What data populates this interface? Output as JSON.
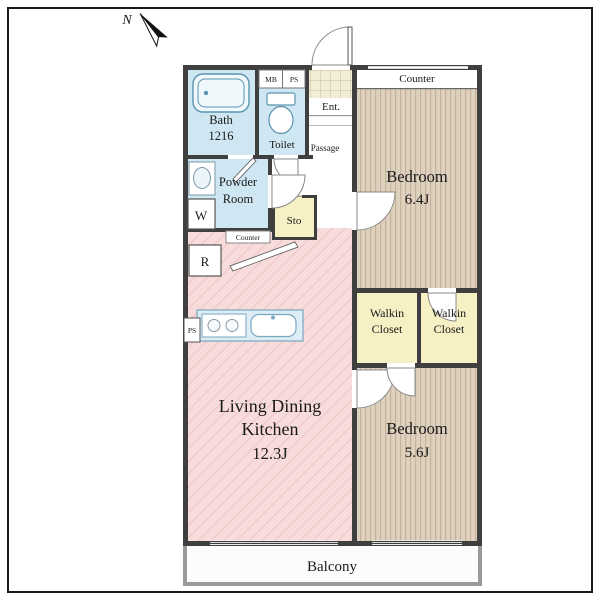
{
  "compass": {
    "north_label": "N"
  },
  "rooms": {
    "bath": {
      "name": "Bath",
      "size": "1216"
    },
    "toilet": {
      "name": "Toilet"
    },
    "powder_room": {
      "line1": "Powder",
      "line2": "Room"
    },
    "washer": {
      "label": "W"
    },
    "refrigerator": {
      "label": "R"
    },
    "storage": {
      "name": "Sto"
    },
    "entrance": {
      "name": "Ent."
    },
    "passage": {
      "name": "Passage"
    },
    "meter_box": {
      "label": "MB"
    },
    "pipe_space_top": {
      "label": "PS"
    },
    "pipe_space_left": {
      "label": "PS"
    },
    "counter_top": {
      "label": "Counter"
    },
    "counter_kitchen": {
      "label": "Counter"
    },
    "bedroom_1": {
      "name": "Bedroom",
      "size": "6.4J"
    },
    "bedroom_2": {
      "name": "Bedroom",
      "size": "5.6J"
    },
    "walkin_closet_1": {
      "line1": "Walkin",
      "line2": "Closet"
    },
    "walkin_closet_2": {
      "line1": "Walkin",
      "line2": "Closet"
    },
    "ldk": {
      "line1": "Living Dining",
      "line2": "Kitchen",
      "size": "12.3J"
    },
    "balcony": {
      "name": "Balcony"
    }
  },
  "colors": {
    "wall": "#3f3f3f",
    "water_rooms": "#cfe7f2",
    "closet": "#f6f0c4",
    "bedroom_base": "#ded2bf",
    "bedroom_stripe": "#c4b29a",
    "ldk_base": "#f8dcdc",
    "ldk_hatch": "#ecc3c3",
    "tile": "#f2edd6",
    "balcony_bg": "#fcfcfc",
    "fixture_blue": "#5a93b0"
  }
}
